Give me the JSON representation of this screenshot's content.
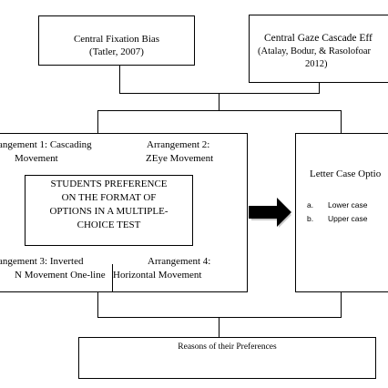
{
  "central_fixation": {
    "title": "Central Fixation Bias",
    "citation": "(Tatler, 2007)"
  },
  "central_gaze": {
    "title": "Central Gaze Cascade Eff",
    "citation_line1": "(Atalay, Bodur, & Rasolofoar",
    "citation_line2": "2012)"
  },
  "arrangements": {
    "a1_line1": "angement 1: Cascading",
    "a1_line2": "Movement",
    "a2_line1": "Arrangement 2:",
    "a2_line2": "ZEye Movement",
    "a3_line1": "angement 3: Inverted",
    "a3_line2": "N Movement One-line",
    "a4_line1": "Arrangement 4:",
    "a4_line2": "Horizontal Movement"
  },
  "center_box": {
    "line1": "STUDENTS  PREFERENCE",
    "line2": "ON  THE FORMAT  OF",
    "line3": "OPTIONS  IN  A  MULTIPLE-",
    "line4": "CHOICE  TEST"
  },
  "letter_case": {
    "title": "Letter Case Optio",
    "item_a_marker": "a.",
    "item_a_label": "Lower case",
    "item_b_marker": "b.",
    "item_b_label": "Upper case"
  },
  "reasons": {
    "label": "Reasons of their Preferences"
  }
}
